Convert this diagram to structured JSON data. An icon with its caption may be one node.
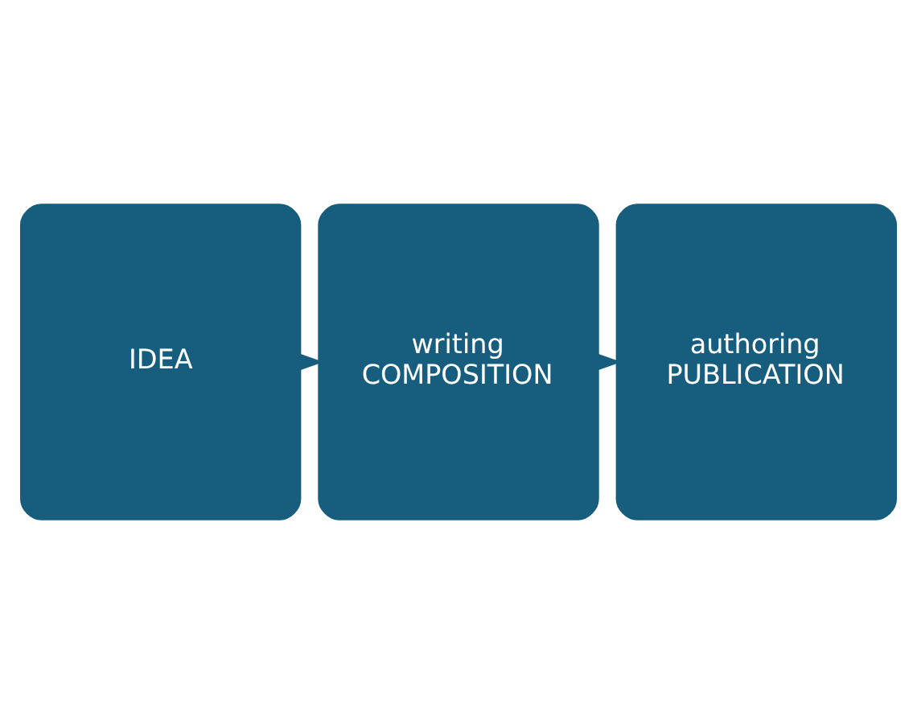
{
  "diagram": {
    "nodes": [
      {
        "text": [
          "IDEA"
        ]
      },
      {
        "text": [
          "writing",
          "COMPOSITION"
        ]
      },
      {
        "text": [
          "authoring",
          "PUBLICATION"
        ]
      }
    ],
    "edges": [
      {
        "from": 0,
        "to": 1,
        "arrow": "to"
      },
      {
        "from": 1,
        "to": 2,
        "arrow": "to"
      }
    ]
  }
}
